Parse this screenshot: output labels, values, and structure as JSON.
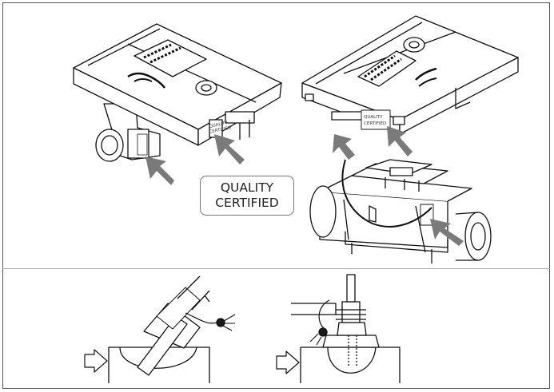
{
  "label": {
    "line1": "QUALITY",
    "line2": "CERTIFIED"
  },
  "seal_sticker": {
    "line1": "QUALITY",
    "line2": "CERTIFIED"
  },
  "colors": {
    "arrow": "#7a7a7a",
    "line": "#111111",
    "seal": "#1a1a1a",
    "frame": "#555555"
  }
}
